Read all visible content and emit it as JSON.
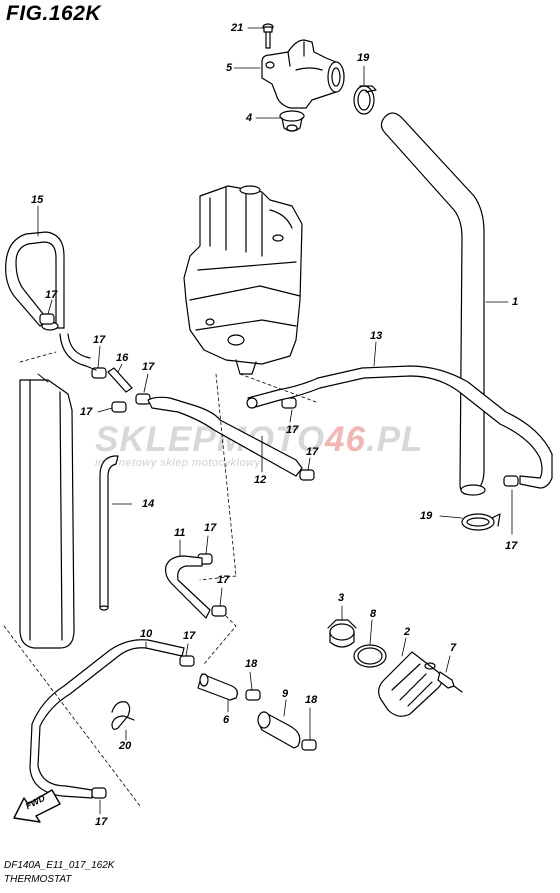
{
  "figure": {
    "title": "FIG.162K",
    "code": "DF140A_E11_017_162K",
    "name": "THERMOSTAT"
  },
  "watermark": {
    "brand_a": "SKLEPMOTO",
    "brand_b": "46",
    "brand_c": ".PL",
    "tagline": "internetowy sklep motocyklowy"
  },
  "fwd_label": "FWD",
  "callouts": {
    "c21": "21",
    "c5": "5",
    "c4": "4",
    "c19a": "19",
    "c1": "1",
    "c15": "15",
    "c17a": "17",
    "c17b": "17",
    "c16": "16",
    "c17c": "17",
    "c17d": "17",
    "c13": "13",
    "c17e": "17",
    "c12": "12",
    "c17f": "17",
    "c14": "14",
    "c11": "11",
    "c17g": "17",
    "c17h": "17",
    "c19b": "19",
    "c17i": "17",
    "c3": "3",
    "c8": "8",
    "c2": "2",
    "c7": "7",
    "c10": "10",
    "c17j": "17",
    "c18a": "18",
    "c6": "6",
    "c9": "9",
    "c18b": "18",
    "c20": "20",
    "c17k": "17"
  },
  "colors": {
    "line": "#000000",
    "fill": "#ffffff"
  }
}
